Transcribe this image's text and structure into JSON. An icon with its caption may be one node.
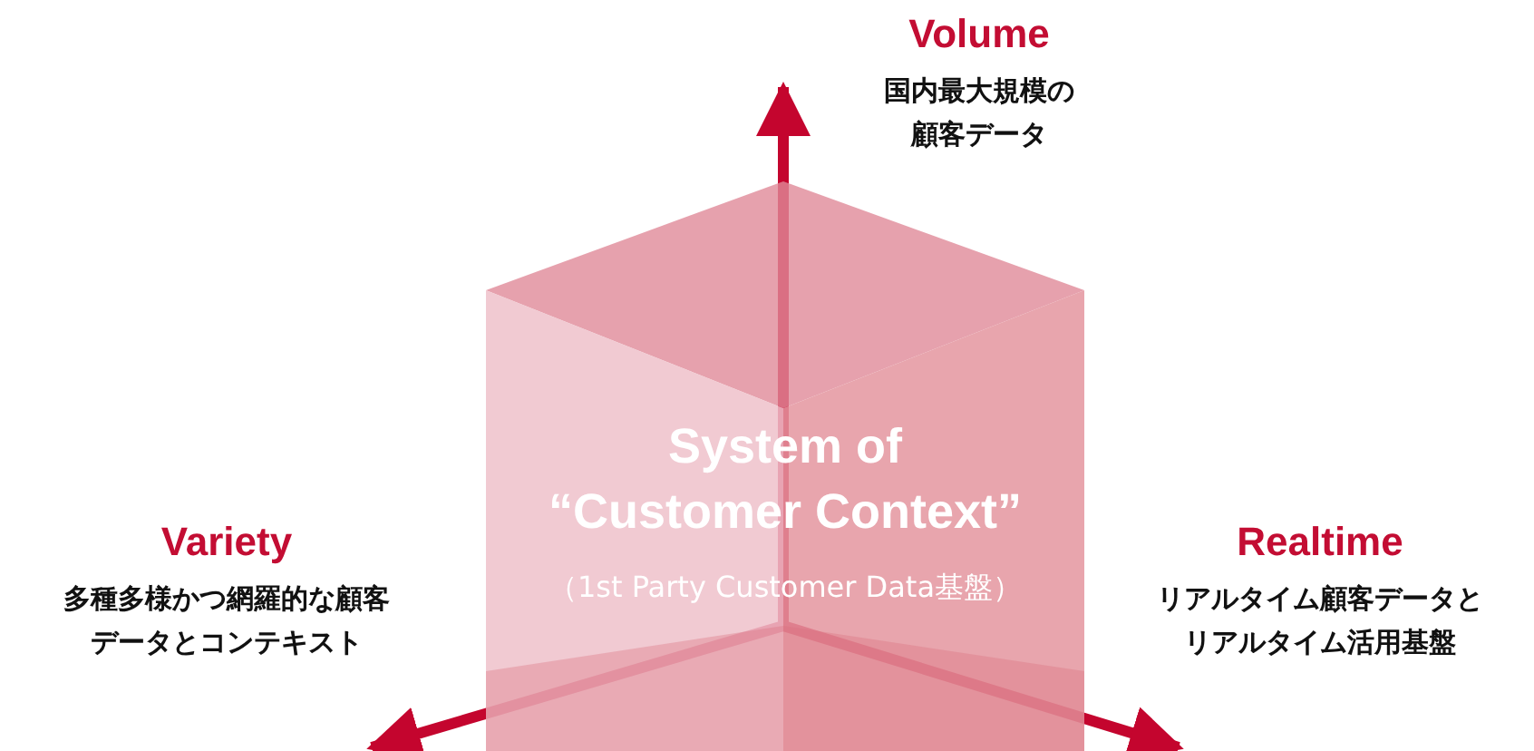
{
  "diagram": {
    "nodes": [
      {
        "text": [
          "System of “Customer Context”",
          "（1st Party Customer Data基盤）"
        ]
      },
      {
        "text": [
          "Volume",
          "国内最大規模の顧客データ"
        ]
      },
      {
        "text": [
          "Variety",
          "多種多様かつ網羅的な顧客データとコンテキスト"
        ]
      },
      {
        "text": [
          "Realtime",
          "リアルタイム顧客データとリアルタイム活用基盤"
        ]
      }
    ],
    "edges": [
      {
        "from": 0,
        "to": 1,
        "arrow": "to"
      },
      {
        "from": 0,
        "to": 2,
        "arrow": "to"
      },
      {
        "from": 0,
        "to": 3,
        "arrow": "to"
      }
    ]
  }
}
